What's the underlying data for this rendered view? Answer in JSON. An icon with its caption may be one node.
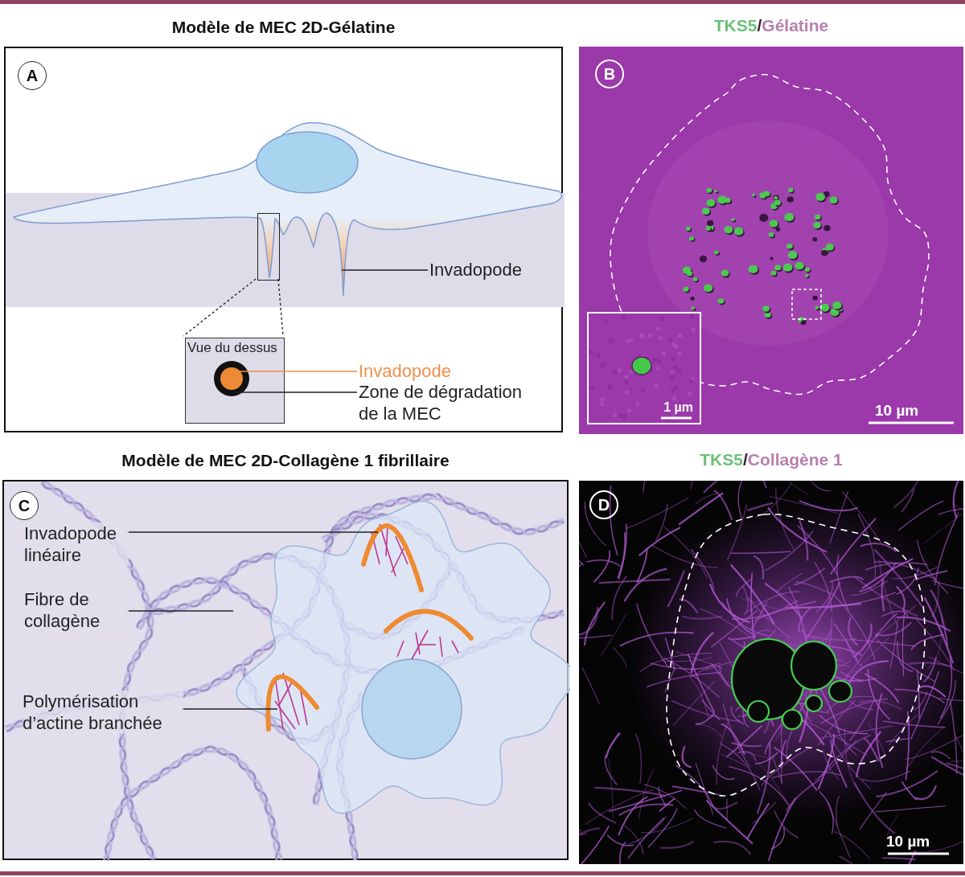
{
  "diagram": {
    "nodes": [
      {
        "text": [
          "Modèle de MEC 2D-Gélatine"
        ]
      },
      {
        "text": [
          "A"
        ],
        "in": 0
      },
      {
        "text": [],
        "shape": "box",
        "in": 0
      },
      {
        "text": [
          "Invadopode"
        ],
        "in": 0
      },
      {
        "text": [
          "Vue du dessus"
        ],
        "in": 0
      },
      {
        "text": [],
        "shape": "circle",
        "in": 4
      },
      {
        "text": [],
        "shape": "circle",
        "in": 5
      },
      {
        "text": [
          "Invadopode"
        ],
        "in": 0
      },
      {
        "text": [
          "Zone de dégradation de la MEC"
        ],
        "in": 0
      },
      {
        "text": [
          "TKS5",
          "/",
          "Gélatine"
        ]
      },
      {
        "text": [
          "B"
        ],
        "in": 9
      },
      {
        "text": [
          "1 µm"
        ],
        "in": 9
      },
      {
        "text": [
          "Modèle de MEC 2D-Collagène 1 fibrillaire"
        ]
      },
      {
        "text": [
          "C"
        ],
        "in": 12
      },
      {
        "text": [
          "Invadopode linéaire"
        ],
        "in": 12
      },
      {
        "text": [
          "Fibre de collagène"
        ],
        "in": 12
      },
      {
        "text": [
          "Polymérisation d’actine branchée"
        ],
        "in": 12
      },
      {
        "text": [
          "TKS5",
          "/",
          "Collagène 1"
        ]
      },
      {
        "text": [
          "D"
        ],
        "in": 17
      }
    ],
    "edges": [
      {
        "from": 3,
        "to": null,
        "arrow": "none"
      },
      {
        "from": 2,
        "to": 4,
        "arrow": "none",
        "style": "dashed"
      },
      {
        "from": 2,
        "to": 4,
        "arrow": "none",
        "style": "dashed"
      },
      {
        "from": 7,
        "to": 6,
        "arrow": "none",
        "color": "#f0904a"
      },
      {
        "from": 8,
        "to": 5,
        "arrow": "none"
      },
      {
        "from": 14,
        "to": null,
        "arrow": "none"
      },
      {
        "from": 15,
        "to": null,
        "arrow": "none"
      },
      {
        "from": 16,
        "to": null,
        "arrow": "none"
      }
    ],
    "labels": [
      "10 µm",
      "10 µm"
    ]
  }
}
